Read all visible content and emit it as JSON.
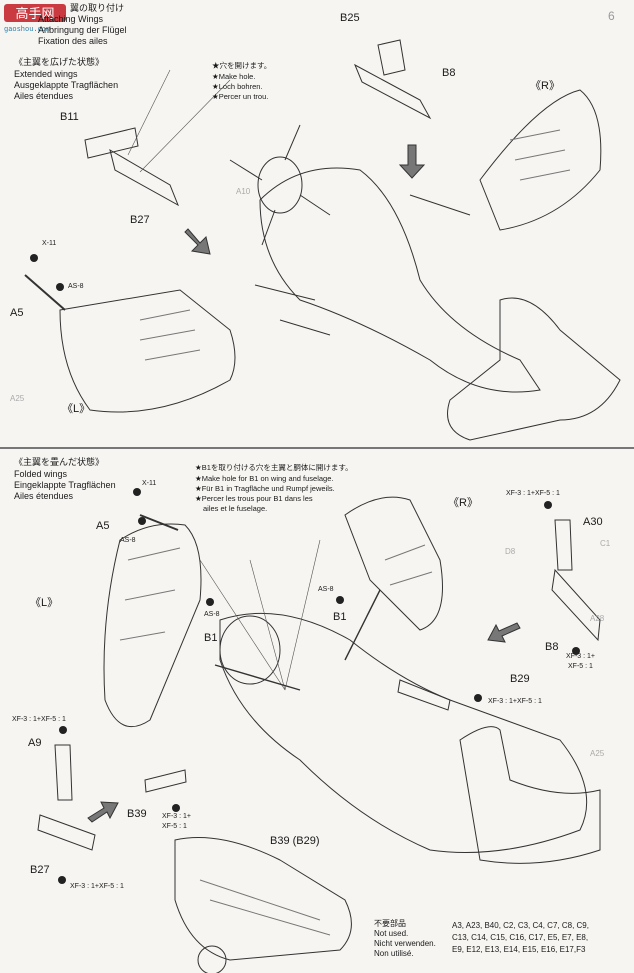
{
  "watermark": {
    "logo_text": "高手网",
    "url": "gaoshou.com"
  },
  "section_top": {
    "title_lines": [
      "翼の取り付け",
      "Attaching Wings",
      "Anbringung der Flügel",
      "Fixation des ailes"
    ],
    "variant_lines": [
      "《主翼を広げた状態》",
      "Extended wings",
      "Ausgeklappte Tragflächen",
      "Ailes étendues"
    ],
    "note_lines": [
      "★穴を開けます。",
      "★Make hole.",
      "★Loch bohren.",
      "★Percer un trou."
    ],
    "labels": {
      "B25": "B25",
      "B8": "B8",
      "R": "《R》",
      "B11": "B11",
      "B27": "B27",
      "X11": "X-11",
      "AS8": "AS-8",
      "A5": "A5",
      "L": "《L》"
    }
  },
  "section_bottom": {
    "variant_lines": [
      "《主翼を畳んだ状態》",
      "Folded wings",
      "Eingeklappte Tragflächen",
      "Ailes étendues"
    ],
    "note_lines": [
      "★B1を取り付ける穴を主翼と胴体に開けます。",
      "★Make hole for B1 on wing and fuselage.",
      "★Für B1 in Tragfläche und Rumpf jeweils.",
      "★Percer les trous pour B1 dans les",
      "ailes et le fuselage."
    ],
    "labels": {
      "X11": "X-11",
      "A5": "A5",
      "AS8_a": "AS-8",
      "R": "《R》",
      "XF_right": "XF-3 : 1+XF-5 : 1",
      "A30": "A30",
      "L": "《L》",
      "AS8_b": "AS-8",
      "B1_left": "B1",
      "AS8_c": "AS-8",
      "B1_right": "B1",
      "B8": "B8",
      "B8_paint_1": "XF-3 : 1+",
      "B8_paint_2": "XF-5 : 1",
      "B29": "B29",
      "B29_paint": "XF-3 : 1+XF-5 : 1",
      "XF_left": "XF-3 : 1+XF-5 : 1",
      "A9": "A9",
      "B39": "B39",
      "B39_paint_1": "XF-3 : 1+",
      "B39_paint_2": "XF-5 : 1",
      "B27": "B27",
      "B27_paint": "XF-3 : 1+XF-5 : 1",
      "B39_B29": "B39 (B29)"
    }
  },
  "not_used": {
    "label_lines": [
      "不要部品",
      "Not used.",
      "Nicht verwenden.",
      "Non utilisé."
    ],
    "parts_lines": [
      "A3, A23, B40, C2, C3, C4, C7, C8, C9,",
      "C13, C14, C15, C16, C17, E5, E7, E8,",
      "E9, E12, E13, E14, E15, E16, E17,F3"
    ]
  },
  "side_marks": [
    "A10",
    "A25",
    "A28",
    "C1",
    "D8",
    "A25"
  ],
  "step_number": "6"
}
